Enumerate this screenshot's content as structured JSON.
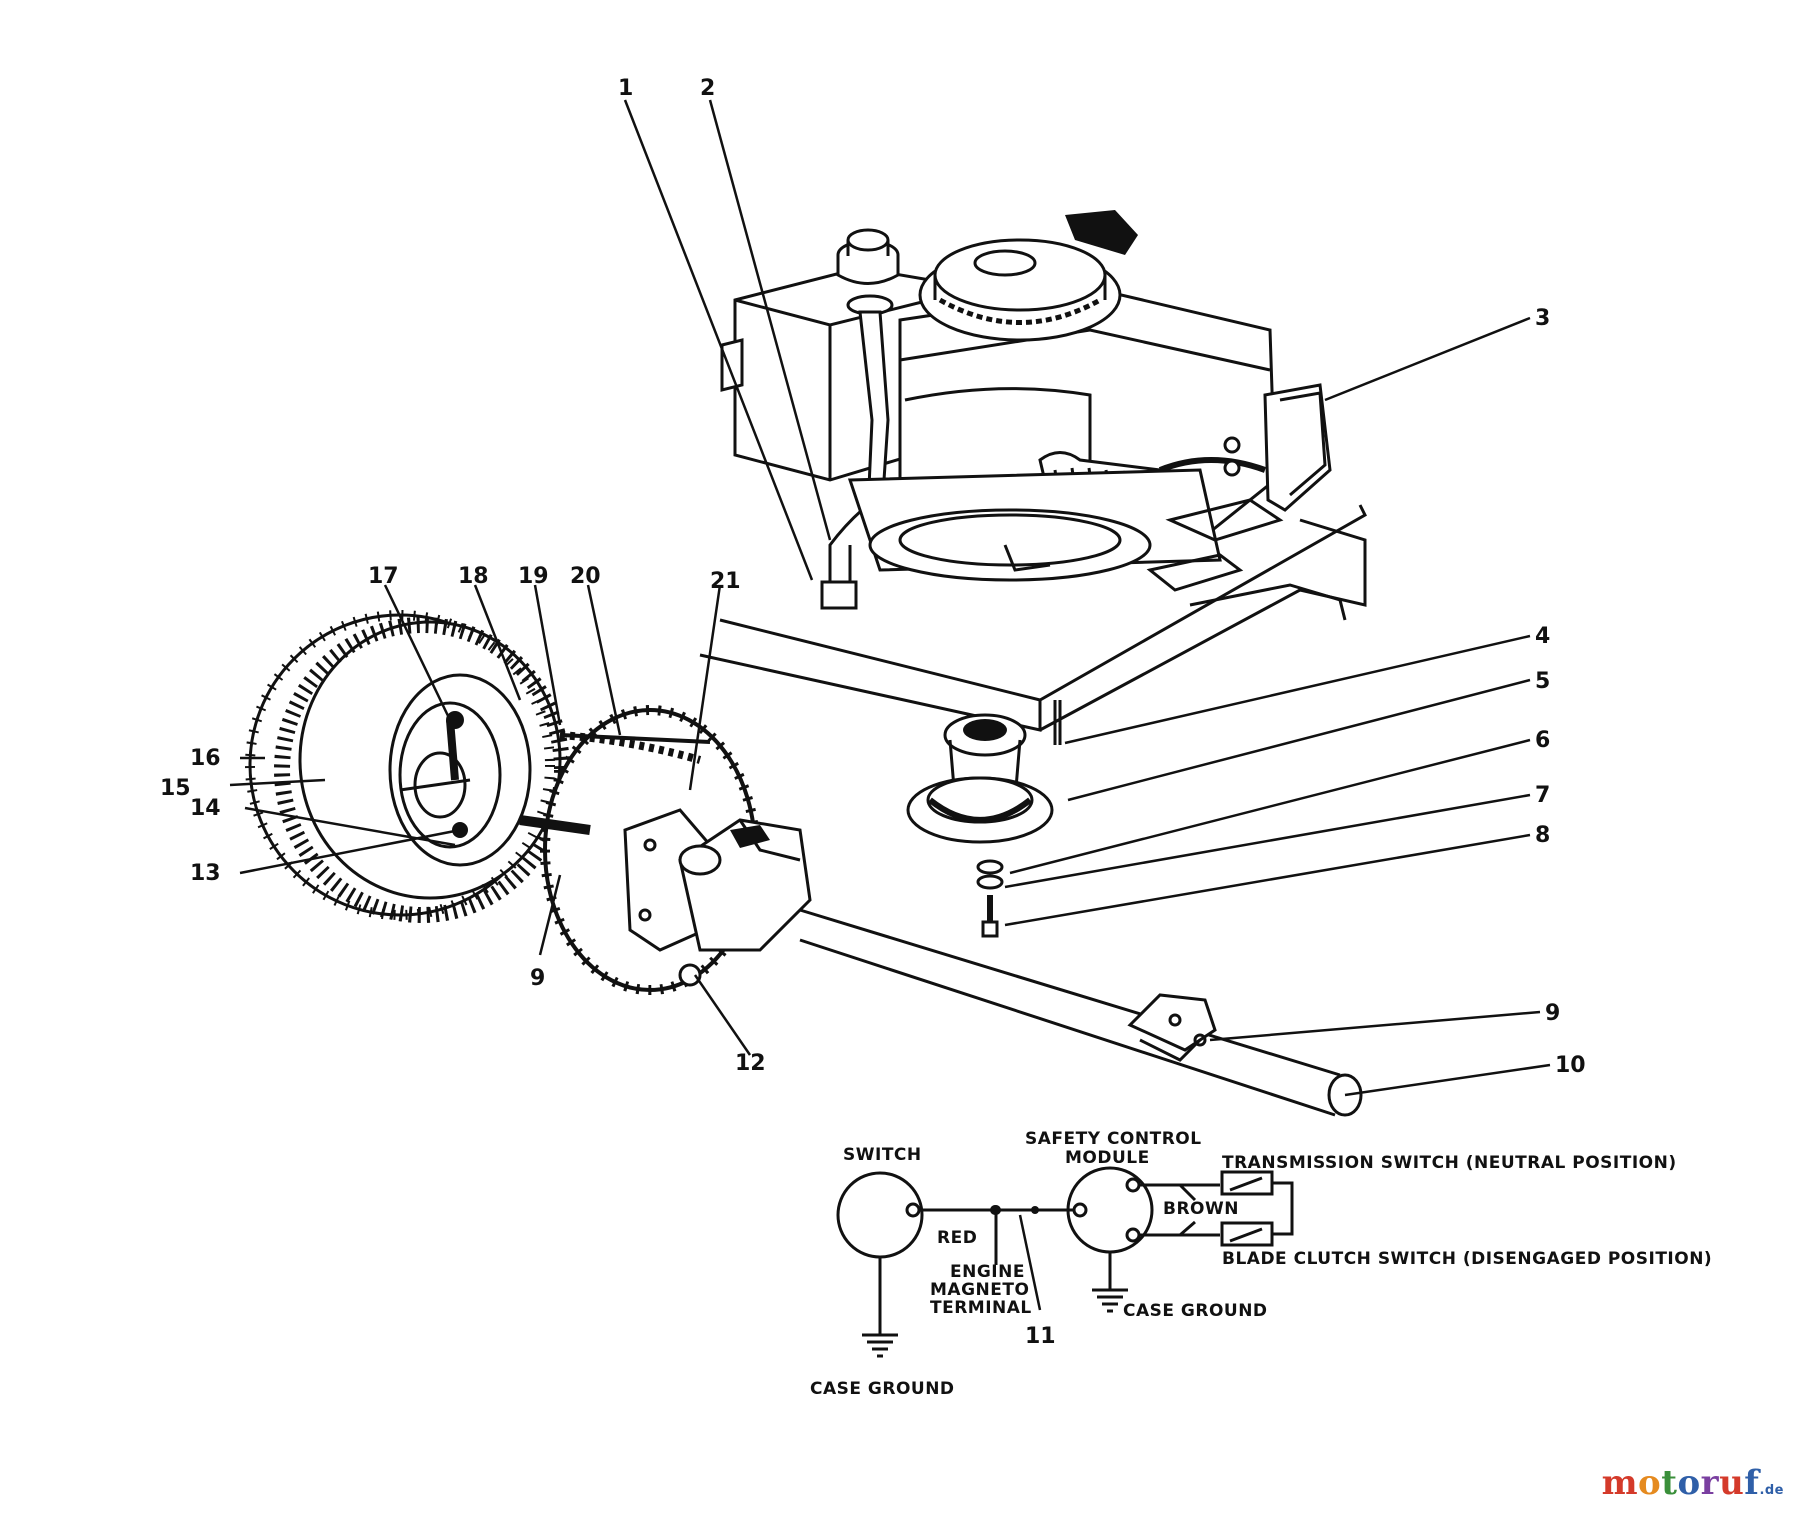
{
  "callouts": [
    {
      "id": "1",
      "label": "1"
    },
    {
      "id": "2",
      "label": "2"
    },
    {
      "id": "3",
      "label": "3"
    },
    {
      "id": "4",
      "label": "4"
    },
    {
      "id": "5",
      "label": "5"
    },
    {
      "id": "6",
      "label": "6"
    },
    {
      "id": "7",
      "label": "7"
    },
    {
      "id": "8",
      "label": "8"
    },
    {
      "id": "9a",
      "label": "9"
    },
    {
      "id": "9b",
      "label": "9"
    },
    {
      "id": "10",
      "label": "10"
    },
    {
      "id": "11",
      "label": "11"
    },
    {
      "id": "12",
      "label": "12"
    },
    {
      "id": "13",
      "label": "13"
    },
    {
      "id": "14",
      "label": "14"
    },
    {
      "id": "15",
      "label": "15"
    },
    {
      "id": "16",
      "label": "16"
    },
    {
      "id": "17",
      "label": "17"
    },
    {
      "id": "18",
      "label": "18"
    },
    {
      "id": "19",
      "label": "19"
    },
    {
      "id": "20",
      "label": "20"
    },
    {
      "id": "21",
      "label": "21"
    }
  ],
  "wiring": {
    "switch": "SWITCH",
    "safety_module_1": "SAFETY CONTROL",
    "safety_module_2": "MODULE",
    "red": "RED",
    "brown": "BROWN",
    "engine_1": "ENGINE",
    "engine_2": "MAGNETO",
    "engine_3": "TERMINAL",
    "case_ground_left": "CASE GROUND",
    "case_ground_right": "CASE GROUND",
    "transmission_switch": "TRANSMISSION SWITCH (NEUTRAL POSITION)",
    "blade_switch": "BLADE CLUTCH SWITCH (DISENGAGED POSITION)"
  },
  "watermark": {
    "main": "motoruf",
    "suffix": ".de"
  },
  "colors": {
    "ink": "#111111",
    "watermark": [
      "#d43a2a",
      "#e58a1f",
      "#3a8f3a",
      "#2f5fa8",
      "#7a3fa0",
      "#d43a2a",
      "#2f5fa8"
    ]
  }
}
